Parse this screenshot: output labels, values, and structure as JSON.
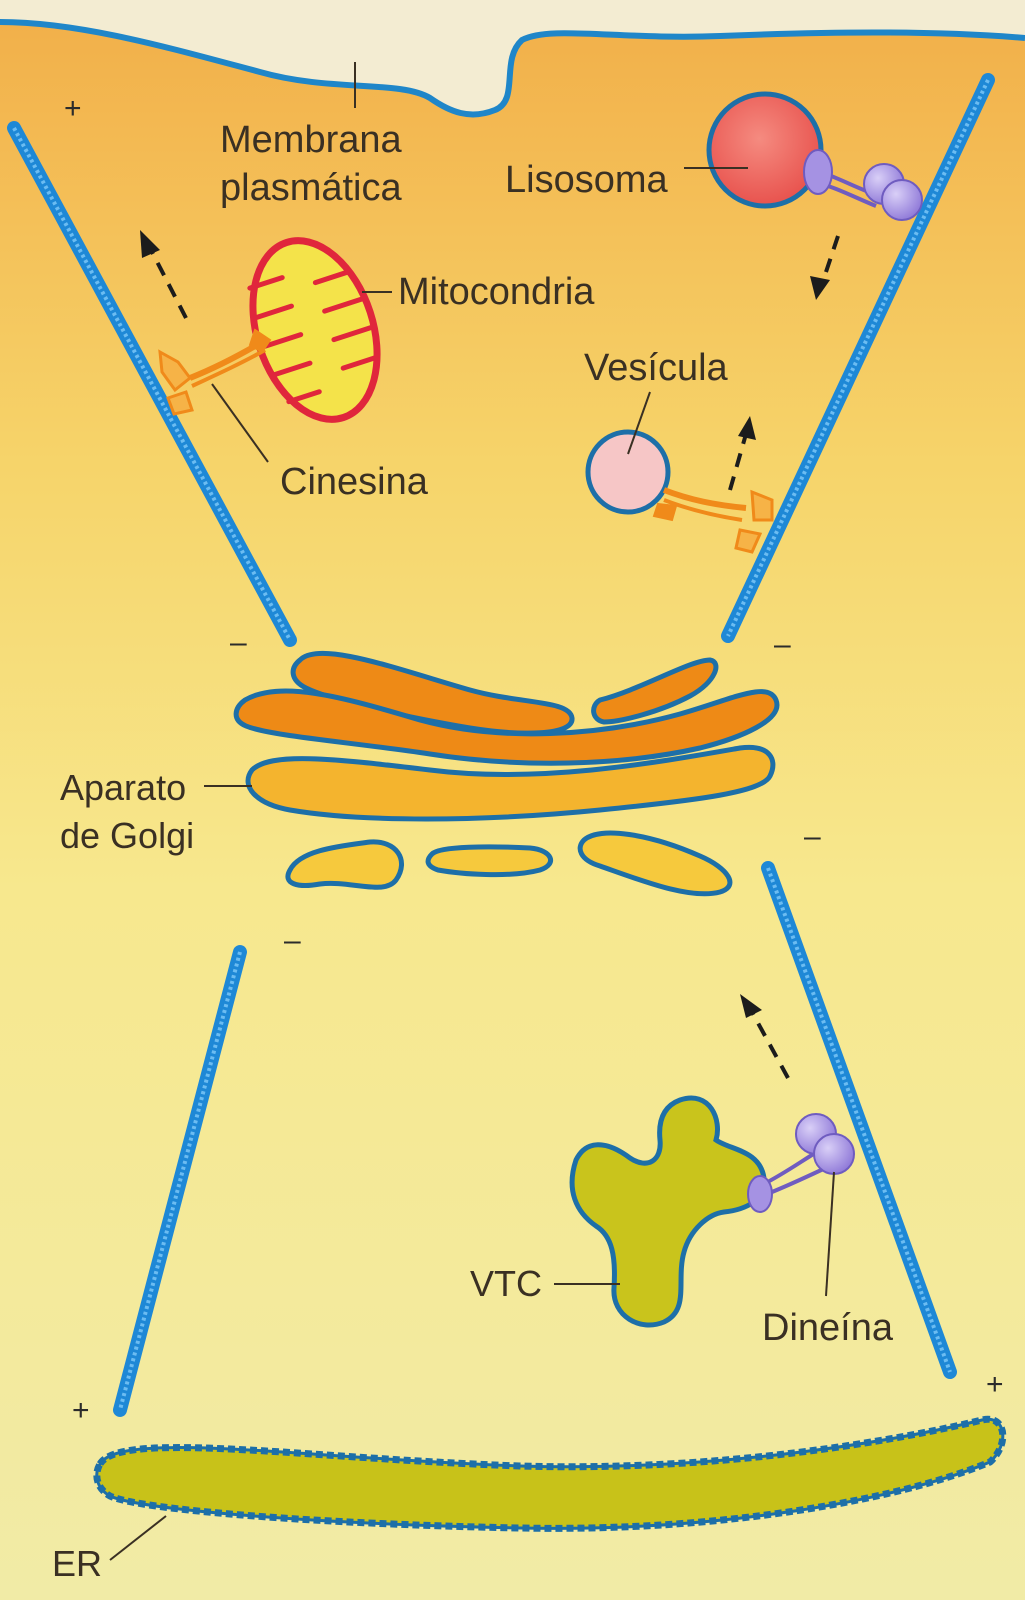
{
  "labels": {
    "membrane_line1": "Membrana",
    "membrane_line2": "plasmática",
    "lysosome": "Lisosoma",
    "mitochondria": "Mitocondria",
    "vesicle": "Vesícula",
    "kinesin": "Cinesina",
    "golgi_line1": "Aparato",
    "golgi_line2": "de Golgi",
    "vtc": "VTC",
    "dynein": "Dineína",
    "er": "ER"
  },
  "polarity": {
    "plus": "+",
    "minus": "–"
  },
  "colors": {
    "cytoplasm_top": "#f2b24b",
    "cytoplasm_bottom": "#f5ec9a",
    "microtubule": "#1e88d6",
    "organelle_outline": "#1d6fa8",
    "mitochondria_outline": "#e0263c",
    "mitochondria_fill": "#f4e34a",
    "lysosome_fill": "#ef6f66",
    "vesicle_fill": "#f6c6c6",
    "kinesin": "#f08a1a",
    "dynein": "#8e7bd6",
    "golgi_dark": "#ee8a16",
    "golgi_light": "#f6c93d",
    "vtc_fill": "#c9c41c",
    "er_fill": "#c8c219",
    "arrow": "#1c1c1c"
  }
}
